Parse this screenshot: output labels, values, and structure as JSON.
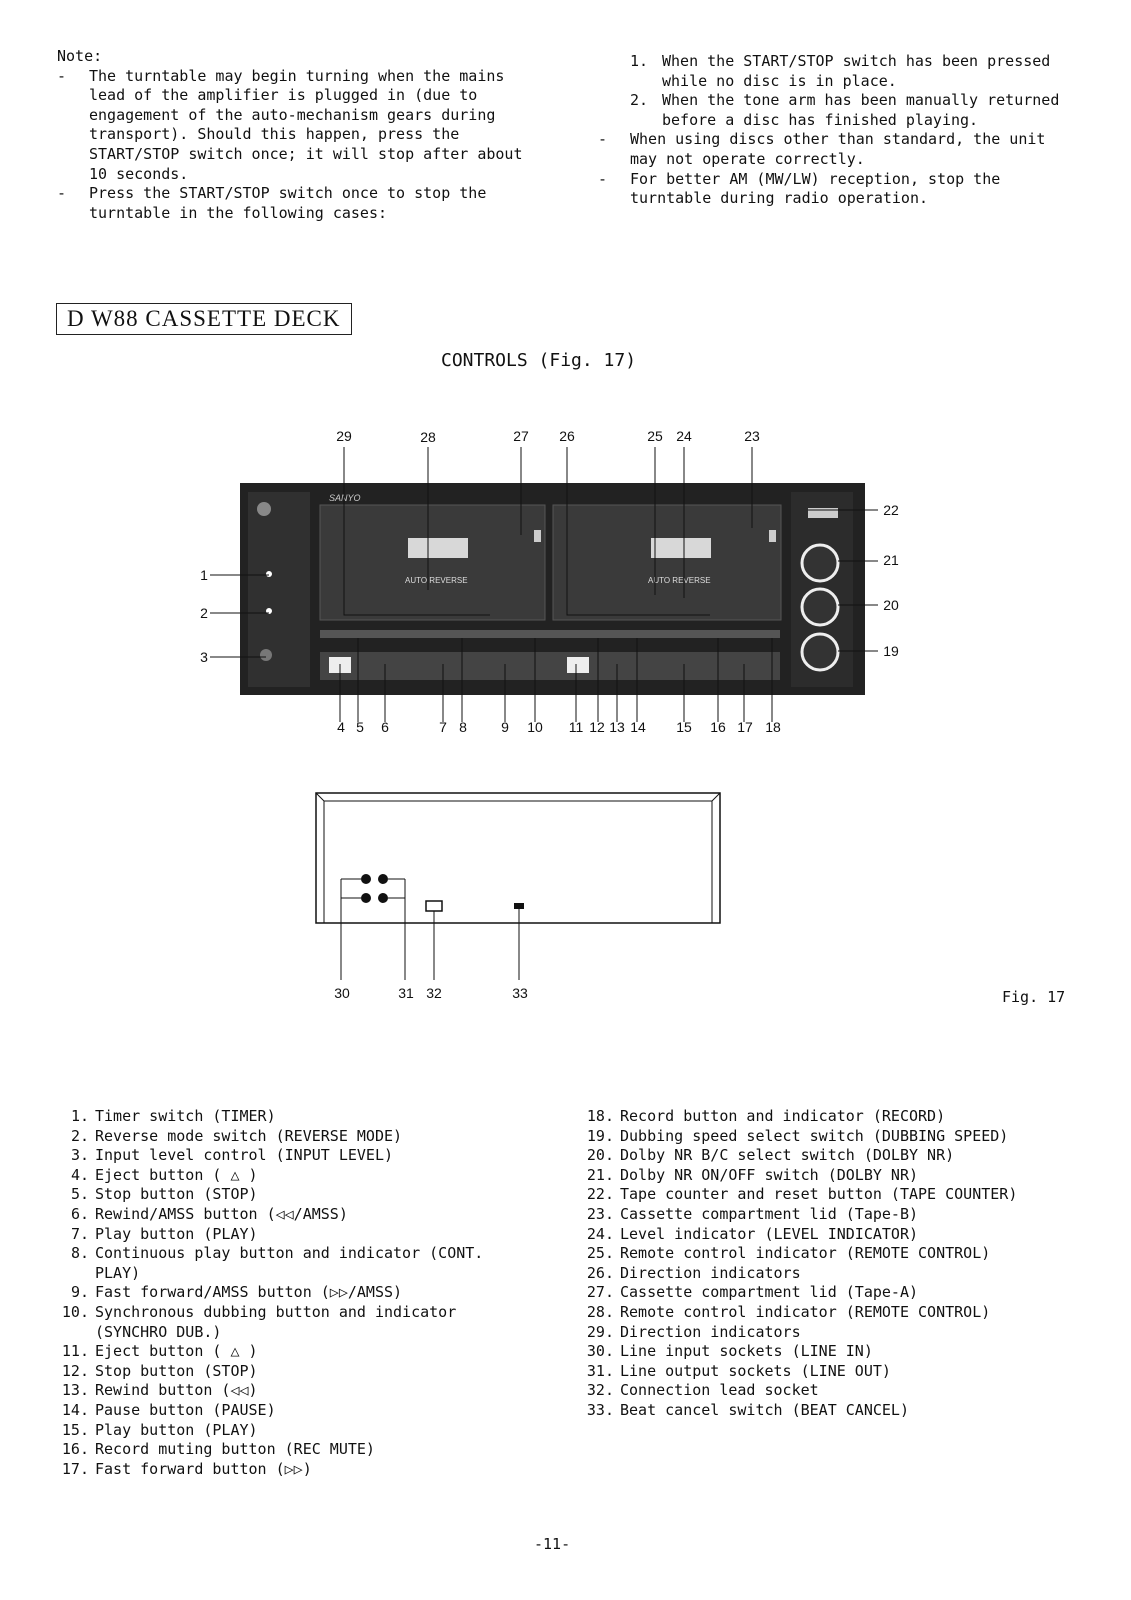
{
  "notes": {
    "heading": "Note:",
    "items": [
      "The turntable may begin turning when the mains lead of the amplifier is plugged in (due to engagement of the auto-mechanism gears during transport). Should this happen, press the START/STOP switch once; it will stop after about 10 seconds.",
      "Press the START/STOP switch once to stop the turntable in the following cases:"
    ],
    "cases": [
      {
        "num": "1.",
        "text": "When the START/STOP switch has been pressed while no disc is in place."
      },
      {
        "num": "2.",
        "text": "When the tone arm has been manually returned before a disc has finished playing."
      }
    ],
    "more": [
      "When using discs other than standard, the unit may not operate correctly.",
      "For better AM (MW/LW) reception, stop the turntable during radio operation."
    ]
  },
  "section": {
    "title": "D W88 CASSETTE DECK",
    "subtitle": "CONTROLS (Fig. 17)"
  },
  "figure": {
    "brand": "SANYO",
    "auto_reverse_a": "AUTO REVERSE",
    "auto_reverse_b": "AUTO REVERSE",
    "caption": "Fig. 17",
    "top_callouts": [
      "29",
      "28",
      "27",
      "26",
      "25",
      "24",
      "23"
    ],
    "right_callouts": [
      "22",
      "21",
      "20",
      "19"
    ],
    "left_callouts": [
      "1",
      "2",
      "3"
    ],
    "bottom_callouts": [
      "4",
      "5",
      "6",
      "7",
      "8",
      "9",
      "10",
      "11",
      "12",
      "13",
      "14",
      "15",
      "16",
      "17",
      "18"
    ],
    "rear_callouts": [
      "30",
      "31",
      "32",
      "33"
    ]
  },
  "legend_left": [
    {
      "n": "1.",
      "t": "Timer switch (TIMER)"
    },
    {
      "n": "2.",
      "t": "Reverse mode switch (REVERSE MODE)"
    },
    {
      "n": "3.",
      "t": "Input level control (INPUT LEVEL)"
    },
    {
      "n": "4.",
      "t": "Eject button ( △ )"
    },
    {
      "n": "5.",
      "t": "Stop button (STOP)"
    },
    {
      "n": "6.",
      "t": "Rewind/AMSS button (◁◁/AMSS)"
    },
    {
      "n": "7.",
      "t": "Play button (PLAY)"
    },
    {
      "n": "8.",
      "t": "Continuous play button and indicator (CONT. PLAY)"
    },
    {
      "n": "9.",
      "t": "Fast forward/AMSS button (▷▷/AMSS)"
    },
    {
      "n": "10.",
      "t": "Synchronous dubbing button and indicator (SYNCHRO DUB.)"
    },
    {
      "n": "11.",
      "t": "Eject button ( △ )"
    },
    {
      "n": "12.",
      "t": "Stop button (STOP)"
    },
    {
      "n": "13.",
      "t": "Rewind button (◁◁)"
    },
    {
      "n": "14.",
      "t": "Pause button (PAUSE)"
    },
    {
      "n": "15.",
      "t": "Play button (PLAY)"
    },
    {
      "n": "16.",
      "t": "Record muting button (REC MUTE)"
    },
    {
      "n": "17.",
      "t": "Fast forward button (▷▷)"
    }
  ],
  "legend_right": [
    {
      "n": "18.",
      "t": "Record button and indicator (RECORD)"
    },
    {
      "n": "19.",
      "t": "Dubbing speed select switch (DUBBING SPEED)"
    },
    {
      "n": "20.",
      "t": "Dolby NR B/C select switch (DOLBY NR)"
    },
    {
      "n": "21.",
      "t": "Dolby NR ON/OFF switch (DOLBY NR)"
    },
    {
      "n": "22.",
      "t": "Tape counter and reset button (TAPE COUNTER)"
    },
    {
      "n": "23.",
      "t": "Cassette compartment lid (Tape-B)"
    },
    {
      "n": "24.",
      "t": "Level indicator (LEVEL INDICATOR)"
    },
    {
      "n": "25.",
      "t": "Remote control indicator (REMOTE CONTROL)"
    },
    {
      "n": "26.",
      "t": "Direction indicators"
    },
    {
      "n": "27.",
      "t": "Cassette compartment lid (Tape-A)"
    },
    {
      "n": "28.",
      "t": "Remote control indicator (REMOTE CONTROL)"
    },
    {
      "n": "29.",
      "t": "Direction indicators"
    },
    {
      "n": "30.",
      "t": "Line input sockets (LINE IN)"
    },
    {
      "n": "31.",
      "t": "Line output sockets (LINE OUT)"
    },
    {
      "n": "32.",
      "t": "Connection lead socket"
    },
    {
      "n": "33.",
      "t": "Beat cancel switch (BEAT CANCEL)"
    }
  ],
  "page_number": "-11-"
}
